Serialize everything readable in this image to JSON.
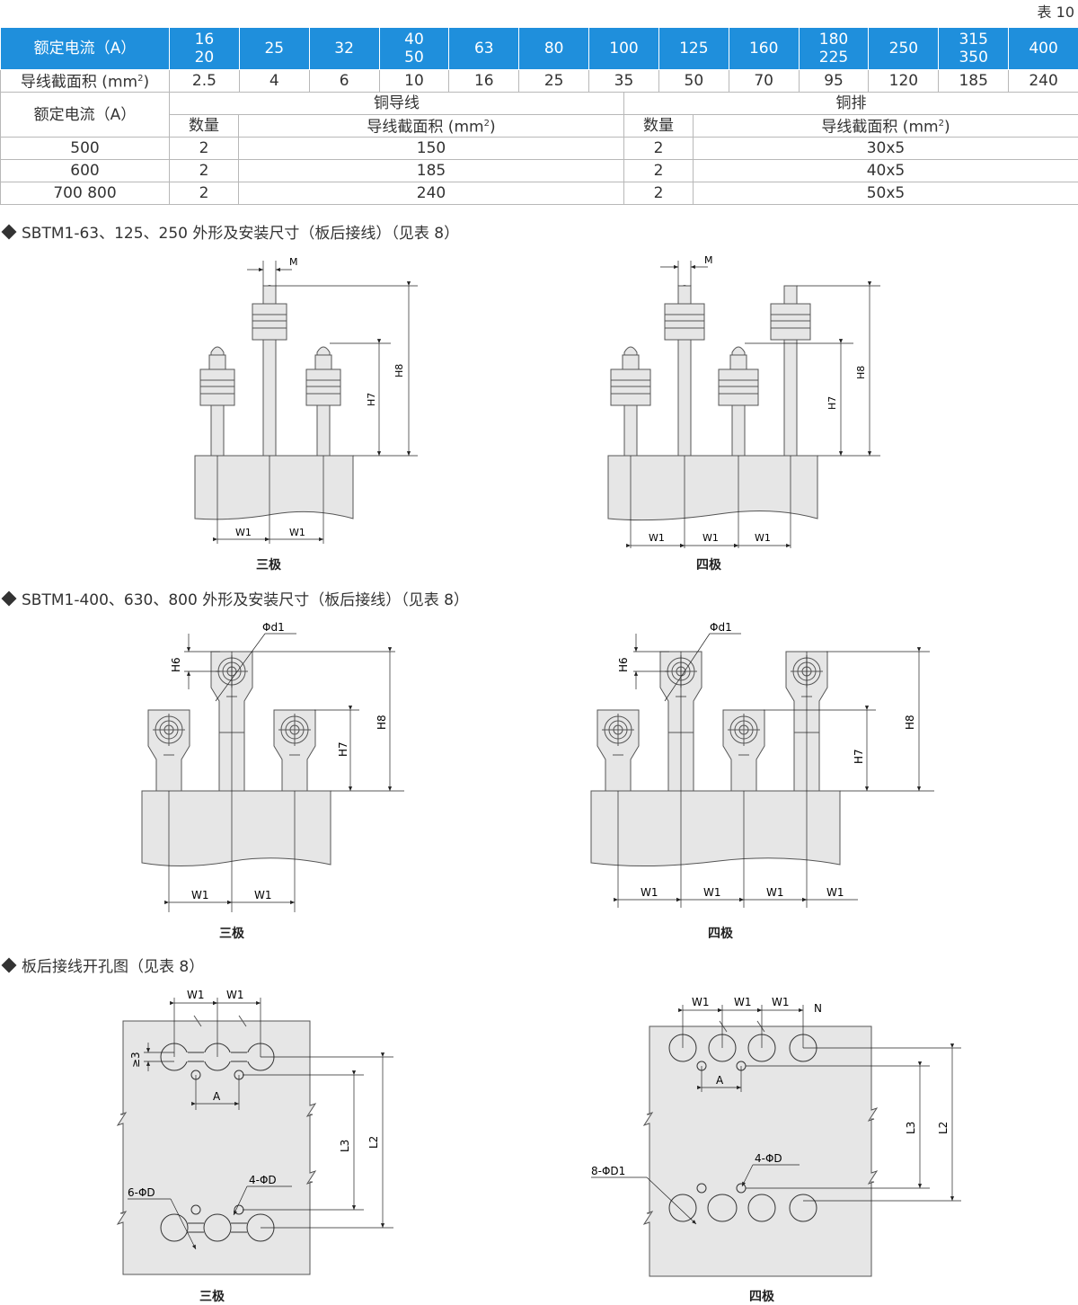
{
  "table_label": "表 10",
  "table1": {
    "row1_header": "额定电流（A）",
    "row1": [
      "16\n20",
      "25",
      "32",
      "40\n50",
      "63",
      "80",
      "100",
      "125",
      "160",
      "180\n225",
      "250",
      "315\n350",
      "400"
    ],
    "row2_header": "导线截面积 (mm²)",
    "row2": [
      "2.5",
      "4",
      "6",
      "10",
      "16",
      "25",
      "35",
      "50",
      "70",
      "95",
      "120",
      "185",
      "240"
    ]
  },
  "table2": {
    "col_header": "额定电流（A）",
    "copper_wire": "铜导线",
    "copper_bar": "铜排",
    "qty": "数量",
    "section": "导线截面积 (mm²)",
    "rows": [
      {
        "current": "500",
        "wire_qty": "2",
        "wire_section": "150",
        "bar_qty": "2",
        "bar_section": "30x5"
      },
      {
        "current": "600",
        "wire_qty": "2",
        "wire_section": "185",
        "bar_qty": "2",
        "bar_section": "40x5"
      },
      {
        "current": "700 800",
        "wire_qty": "2",
        "wire_section": "240",
        "bar_qty": "2",
        "bar_section": "50x5"
      }
    ]
  },
  "sections": [
    "SBTM1-63、125、250 外形及安装尺寸（板后接线）（见表 8）",
    "SBTM1-400、630、800 外形及安装尺寸（板后接线）（见表 8）",
    "板后接线开孔图（见表 8）"
  ],
  "captions": {
    "three_pole": "三极",
    "four_pole": "四极"
  },
  "dims": {
    "M": "M",
    "H6": "H6",
    "H7": "H7",
    "H8": "H8",
    "W1": "W1",
    "d1": "Φd1",
    "A": "A",
    "L2": "L2",
    "L3": "L3",
    "ge3": "≥3",
    "n": "N",
    "six_d": "6-ΦD",
    "four_d": "4-ΦD",
    "eight_d1": "8-ΦD1"
  }
}
